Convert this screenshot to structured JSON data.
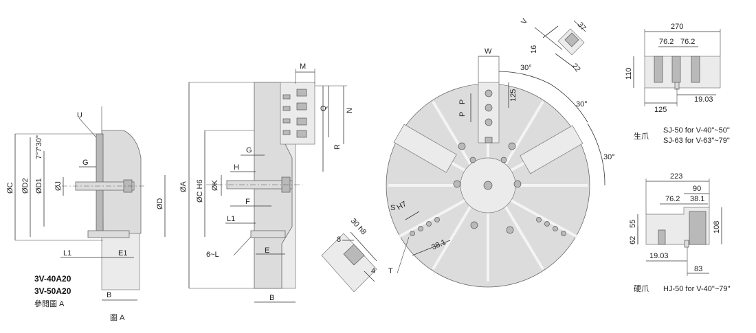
{
  "figure_a": {
    "labels": [
      "U",
      "7°7'30\"",
      "G",
      "ØJ",
      "ØD1",
      "ØD2",
      "ØC",
      "ØD",
      "L1",
      "E1",
      "B"
    ],
    "model_1": "3V-40A20",
    "model_2": "3V-50A20",
    "see_ref": "參閱圖 A",
    "caption": "圖 A"
  },
  "figure_side": {
    "labels": [
      "M",
      "Q",
      "N",
      "R",
      "G",
      "H",
      "ØK",
      "F",
      "L1",
      "E",
      "6~L",
      "ØA",
      "ØC H6",
      "B"
    ]
  },
  "figure_front": {
    "labels": [
      "W",
      "30°",
      "30°",
      "30°",
      "125",
      "P",
      "P",
      "S",
      "H7",
      "38.1",
      "T"
    ]
  },
  "figure_slot": {
    "labels": [
      "30 h8",
      "8",
      "4"
    ]
  },
  "figure_tnut": {
    "labels": [
      "V",
      "37",
      "16",
      "22"
    ]
  },
  "soft_jaw": {
    "dims": [
      "270",
      "76.2",
      "76.2",
      "110",
      "125",
      "19.03"
    ],
    "name": "生爪",
    "line1": "SJ-50 for V-40\"~50\"",
    "line2": "SJ-63 for V-63\"~79\""
  },
  "hard_jaw": {
    "dims": [
      "223",
      "90",
      "76.2",
      "38.1",
      "55",
      "62",
      "108",
      "19.03",
      "83"
    ],
    "name": "硬爪",
    "line1": "HJ-50 for V-40\"~79\""
  }
}
